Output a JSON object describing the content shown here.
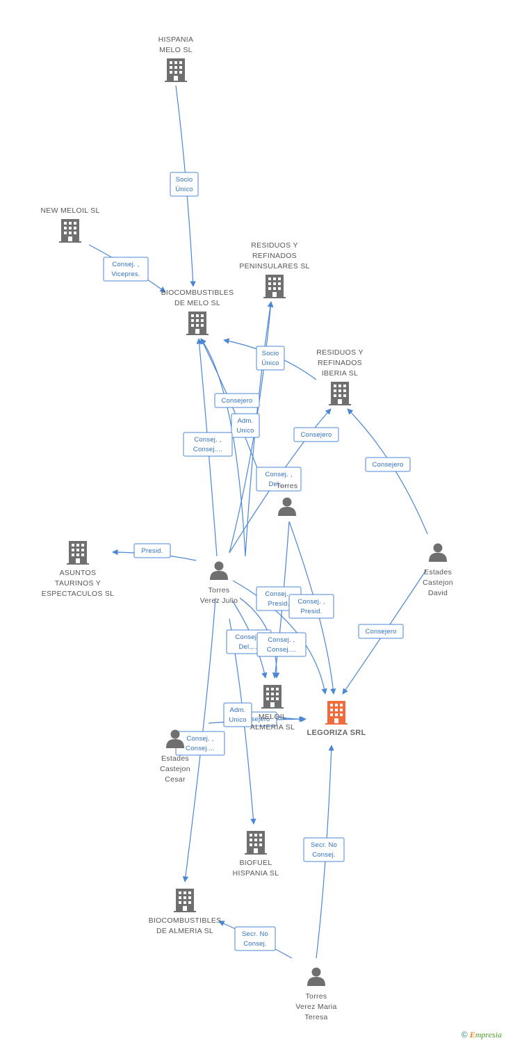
{
  "nodes": [
    {
      "id": "hispania",
      "type": "company",
      "lines": [
        "HISPANIA",
        "MELO SL"
      ]
    },
    {
      "id": "newmeloil",
      "type": "company",
      "lines": [
        "NEW MELOIL SL"
      ]
    },
    {
      "id": "rrp",
      "type": "company",
      "lines": [
        "RESIDUOS Y",
        "REFINADOS",
        "PENINSULARES SL"
      ]
    },
    {
      "id": "biomelo",
      "type": "company",
      "lines": [
        "BIOCOMBUSTIBLES",
        "DE MELO SL"
      ]
    },
    {
      "id": "rri",
      "type": "company",
      "lines": [
        "RESIDUOS Y",
        "REFINADOS",
        "IBERIA SL"
      ]
    },
    {
      "id": "torres",
      "type": "person",
      "lines": [
        "Torres",
        "..."
      ]
    },
    {
      "id": "asuntos",
      "type": "company",
      "lines": [
        "ASUNTOS",
        "TAURINOS Y",
        "ESPECTACULOS SL"
      ]
    },
    {
      "id": "julio",
      "type": "person",
      "lines": [
        "Torres",
        "Verez Julio"
      ]
    },
    {
      "id": "david",
      "type": "person",
      "lines": [
        "Estades",
        "Castejon",
        "David"
      ]
    },
    {
      "id": "meloil",
      "type": "company",
      "lines": [
        "MELOIL",
        "ALMERIA SL"
      ]
    },
    {
      "id": "legoriza",
      "type": "focus",
      "lines": [
        "LEGORIZA SRL"
      ]
    },
    {
      "id": "cesar",
      "type": "person",
      "lines": [
        "Estades",
        "Castejon",
        "Cesar"
      ]
    },
    {
      "id": "biofuel",
      "type": "company",
      "lines": [
        "BIOFUEL",
        "HISPANIA SL"
      ]
    },
    {
      "id": "bioalm",
      "type": "company",
      "lines": [
        "BIOCOMBUSTIBLES",
        "DE ALMERIA SL"
      ]
    },
    {
      "id": "maria",
      "type": "person",
      "lines": [
        "Torres",
        "Verez Maria",
        "Teresa"
      ]
    }
  ],
  "edges": [
    {
      "id": "e1",
      "lines": [
        "Socio",
        "Único"
      ]
    },
    {
      "id": "e2",
      "lines": [
        "Consej. ,",
        "Vicepres."
      ]
    },
    {
      "id": "e3",
      "lines": [
        "Socio",
        "Único"
      ]
    },
    {
      "id": "e4",
      "lines": [
        "Consejero"
      ]
    },
    {
      "id": "e5",
      "lines": [
        "Adm.",
        "Unico"
      ]
    },
    {
      "id": "e6",
      "lines": [
        "Consej. ,",
        "Consej...."
      ]
    },
    {
      "id": "e7",
      "lines": [
        "Consejero"
      ]
    },
    {
      "id": "e8",
      "lines": [
        "Consej. ,",
        "Del.,..."
      ]
    },
    {
      "id": "e9",
      "lines": [
        "Consejero"
      ]
    },
    {
      "id": "e10",
      "lines": [
        "Presid."
      ]
    },
    {
      "id": "e11",
      "lines": [
        "Consej. ,",
        "Presid."
      ]
    },
    {
      "id": "e12",
      "lines": [
        "Consej. ,",
        "Presid."
      ]
    },
    {
      "id": "e13",
      "lines": [
        "Consej. ,",
        "Del.,..."
      ]
    },
    {
      "id": "e14",
      "lines": [
        "Consej. ,",
        "Consej...."
      ]
    },
    {
      "id": "e15",
      "lines": [
        "Consejero"
      ]
    },
    {
      "id": "e16",
      "lines": [
        "Consejero"
      ]
    },
    {
      "id": "e17",
      "lines": [
        "Adm.",
        "Unico"
      ]
    },
    {
      "id": "e18",
      "lines": [
        "Consej. ,",
        "Consej...."
      ]
    },
    {
      "id": "e19",
      "lines": [
        "Secr. No",
        "Consej."
      ]
    },
    {
      "id": "e20",
      "lines": [
        "Secr. No",
        "Consej."
      ]
    }
  ],
  "colors": {
    "edge": "#4a86d4",
    "company": "#6f6f6f",
    "person": "#6f6f6f",
    "focus": "#f26b3a"
  },
  "footer": {
    "copyright_symbol": "©",
    "brand_first": "E",
    "brand_rest": "mpresia"
  }
}
